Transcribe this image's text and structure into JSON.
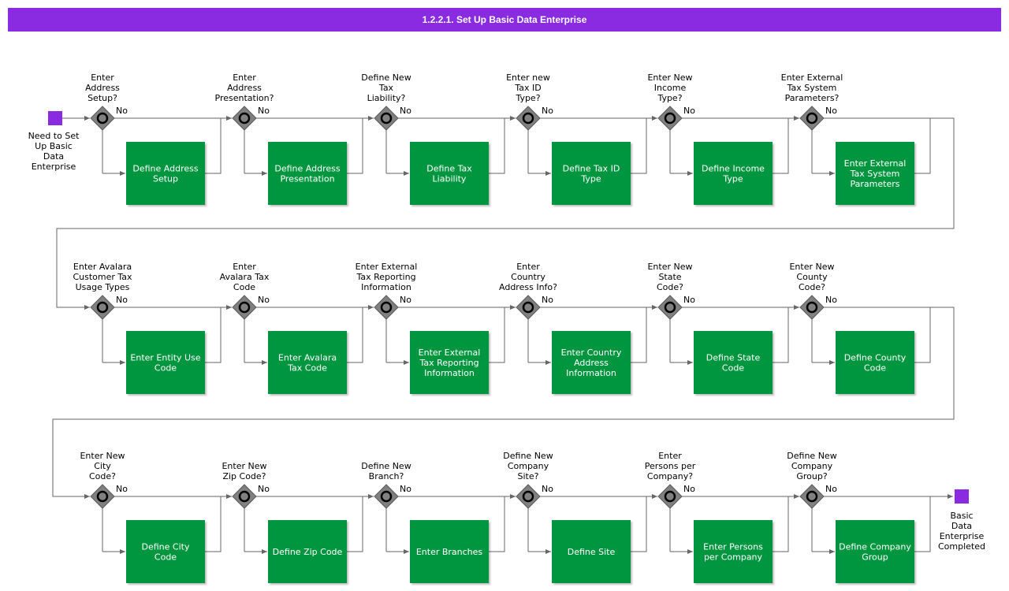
{
  "title": "1.2.2.1. Set Up Basic Data Enterprise",
  "colors": {
    "title_bg": "#8a2be2",
    "task": "#00963f",
    "event": "#8a2be2",
    "gateway": "#808080",
    "line": "#666666"
  },
  "start_event": {
    "label": [
      "Need to Set",
      "Up Basic",
      "Data",
      "Enterprise"
    ]
  },
  "end_event": {
    "label": [
      "Basic",
      "Data",
      "Enterprise",
      "Completed"
    ]
  },
  "rows": [
    {
      "steps": [
        {
          "question": [
            "Enter",
            "Address",
            "Setup?"
          ],
          "no": "No",
          "task": [
            "Define Address",
            "Setup"
          ]
        },
        {
          "question": [
            "Enter",
            "Address",
            "Presentation?"
          ],
          "no": "No",
          "task": [
            "Define Address",
            "Presentation"
          ]
        },
        {
          "question": [
            "Define New",
            "Tax",
            "Liability?"
          ],
          "no": "No",
          "task": [
            "Define Tax",
            "Liability"
          ]
        },
        {
          "question": [
            "Enter new",
            "Tax ID",
            "Type?"
          ],
          "no": "No",
          "task": [
            "Define Tax ID",
            "Type"
          ]
        },
        {
          "question": [
            "Enter New",
            "Income",
            "Type?"
          ],
          "no": "No",
          "task": [
            "Define Income",
            "Type"
          ]
        },
        {
          "question": [
            "Enter External",
            "Tax System",
            "Parameters?"
          ],
          "no": "No",
          "task": [
            "Enter External",
            "Tax System",
            "Parameters"
          ]
        }
      ]
    },
    {
      "steps": [
        {
          "question": [
            "Enter Avalara",
            "Customer Tax",
            "Usage Types"
          ],
          "no": "No",
          "task": [
            "Enter Entity Use",
            "Code"
          ]
        },
        {
          "question": [
            "Enter",
            "Avalara Tax",
            "Code"
          ],
          "no": "No",
          "task": [
            "Enter Avalara",
            "Tax Code"
          ]
        },
        {
          "question": [
            "Enter External",
            "Tax Reporting",
            "Information"
          ],
          "no": "No",
          "task": [
            "Enter External",
            "Tax Reporting",
            "Information"
          ]
        },
        {
          "question": [
            "Enter",
            "Country",
            "Address Info?"
          ],
          "no": "No",
          "task": [
            "Enter Country",
            "Address",
            "Information"
          ]
        },
        {
          "question": [
            "Enter New",
            "State",
            "Code?"
          ],
          "no": "No",
          "task": [
            "Define State",
            "Code"
          ]
        },
        {
          "question": [
            "Enter New",
            "County",
            "Code?"
          ],
          "no": "No",
          "task": [
            "Define County",
            "Code"
          ]
        }
      ]
    },
    {
      "steps": [
        {
          "question": [
            "Enter New",
            "City",
            "Code?"
          ],
          "no": "No",
          "task": [
            "Define City",
            "Code"
          ]
        },
        {
          "question": [
            "Enter New",
            "Zip Code?"
          ],
          "no": "No",
          "task": [
            "Define Zip Code"
          ]
        },
        {
          "question": [
            "Define New",
            "Branch?"
          ],
          "no": "No",
          "task": [
            "Enter Branches"
          ]
        },
        {
          "question": [
            "Define New",
            "Company",
            "Site?"
          ],
          "no": "No",
          "task": [
            "Define Site"
          ]
        },
        {
          "question": [
            "Enter",
            "Persons per",
            "Company?"
          ],
          "no": "No",
          "task": [
            "Enter Persons",
            "per Company"
          ]
        },
        {
          "question": [
            "Define New",
            "Company",
            "Group?"
          ],
          "no": "No",
          "task": [
            "Define Company",
            "Group"
          ]
        }
      ]
    }
  ]
}
